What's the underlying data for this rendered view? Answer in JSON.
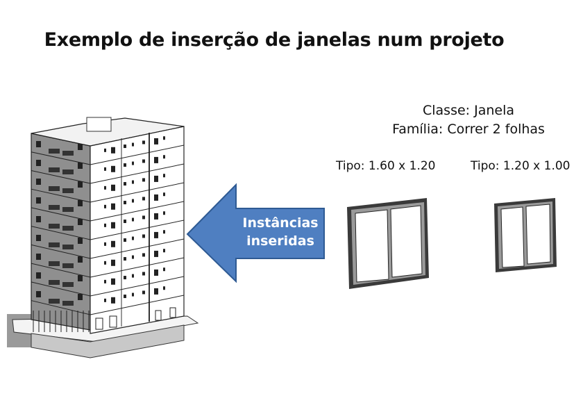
{
  "title": "Exemplo de inserção de janelas num projeto",
  "classification": {
    "class_line": "Classe: Janela",
    "family_line": "Família:  Correr 2 folhas"
  },
  "types": [
    {
      "label": "Tipo: 1.60 x 1.20"
    },
    {
      "label": "Tipo: 1.20 x 1.00"
    }
  ],
  "arrow": {
    "line1": "Instâncias",
    "line2": "inseridas",
    "color": "#4f7fc1",
    "border": "#2e5a93"
  },
  "building": {
    "floors": 9
  }
}
